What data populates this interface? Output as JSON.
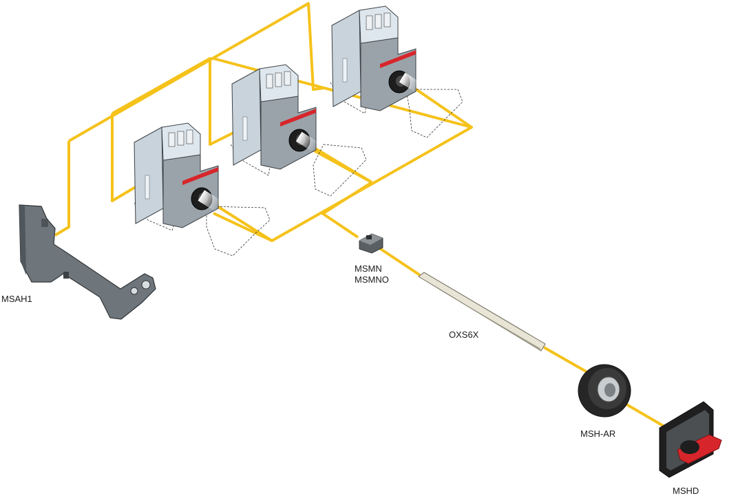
{
  "colors": {
    "connector": "#f5c21b",
    "frame": "#f5c21b",
    "breaker_body": "#9aa3aa",
    "breaker_side": "#c8d3dc",
    "breaker_top": "#dfe7ee",
    "accent": "#d7262b",
    "bracket": "#6e767c",
    "knob": "#1e1e1e",
    "handle": "#d7262b",
    "shaft": "#e8e5d6"
  },
  "components": {
    "bracket": {
      "label": "MSAH1",
      "icon": "mounting-bracket-icon"
    },
    "adapter": {
      "label_line1": "MSMN",
      "label_line2": "MSMNO",
      "icon": "shaft-adapter-icon"
    },
    "shaft": {
      "label": "OXS6X",
      "icon": "extension-shaft-icon"
    },
    "ring": {
      "label": "MSH-AR",
      "icon": "adapter-ring-icon"
    },
    "handle": {
      "label": "MSHD",
      "icon": "door-handle-icon"
    }
  },
  "breakers": [
    {
      "id": "breaker-1",
      "icon": "motor-protection-breaker-icon"
    },
    {
      "id": "breaker-2",
      "icon": "motor-protection-breaker-icon"
    },
    {
      "id": "breaker-3",
      "icon": "motor-protection-breaker-icon"
    }
  ]
}
